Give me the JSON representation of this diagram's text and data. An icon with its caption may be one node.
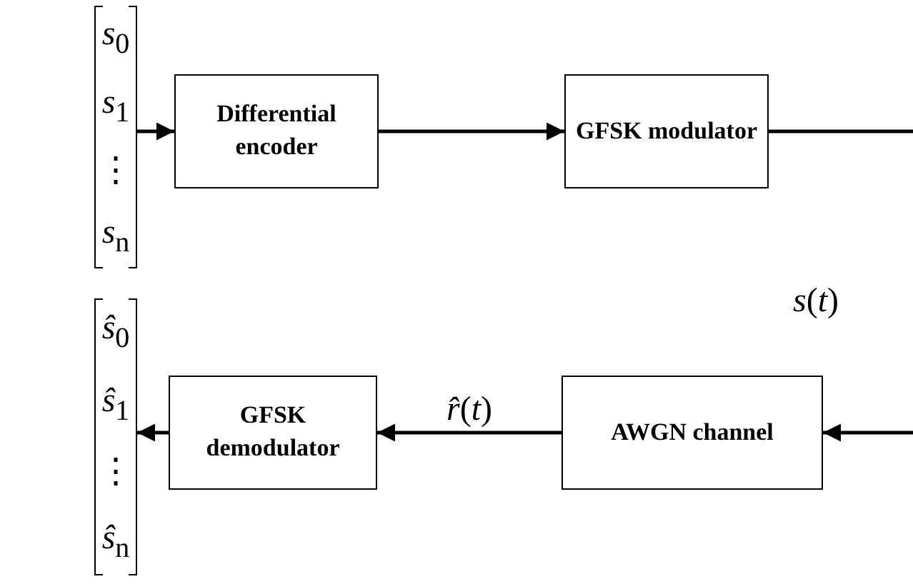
{
  "diagram": {
    "nodes": [
      {
        "text": [
          "*s*$_{0}$",
          "*s*$_{1}$",
          "⋮",
          "*s*$_{n}$"
        ]
      },
      {
        "text": [
          "Differential encoder"
        ]
      },
      {
        "text": [
          "GFSK modulator"
        ]
      },
      {
        "text": [
          "AWGN channel"
        ]
      },
      {
        "text": [
          "GFSK demodulator"
        ]
      },
      {
        "text": [
          "*ŝ*$_{0}$",
          "*ŝ*$_{1}$",
          "⋮",
          "*ŝ*$_{n}$"
        ]
      }
    ],
    "edges": [
      {
        "from": 0,
        "to": 1,
        "arrow": "to"
      },
      {
        "from": 1,
        "to": 2,
        "arrow": "to"
      },
      {
        "from": 2,
        "to": null,
        "arrow": "none"
      },
      {
        "from": null,
        "to": 3,
        "arrow": "to"
      },
      {
        "from": 3,
        "to": 4,
        "arrow": "to",
        "label": "*r̂*(*t*)"
      },
      {
        "from": 4,
        "to": 5,
        "arrow": "to"
      }
    ],
    "labels": [
      "*s*(*t*)"
    ]
  }
}
